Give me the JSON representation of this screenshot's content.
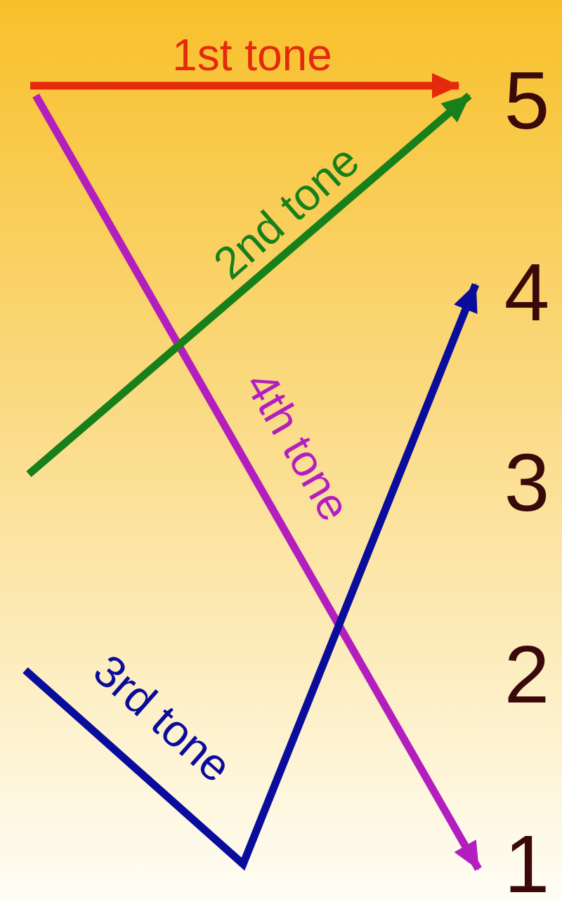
{
  "levels": [
    "1",
    "2",
    "3",
    "4",
    "5"
  ],
  "colors": {
    "level_text": "#3a0a0a",
    "tone1": "#e42a0a",
    "tone2": "#17801a",
    "tone3": "#0a0c9c",
    "tone4": "#b31fbe"
  },
  "tones": [
    {
      "label": "1st tone",
      "color": "#e42a0a",
      "contour": [
        5,
        5
      ]
    },
    {
      "label": "2nd tone",
      "color": "#17801a",
      "contour": [
        3,
        5
      ]
    },
    {
      "label": "3rd tone",
      "color": "#0a0c9c",
      "contour": [
        2,
        1,
        4
      ]
    },
    {
      "label": "4th tone",
      "color": "#b31fbe",
      "contour": [
        5,
        1
      ]
    }
  ]
}
